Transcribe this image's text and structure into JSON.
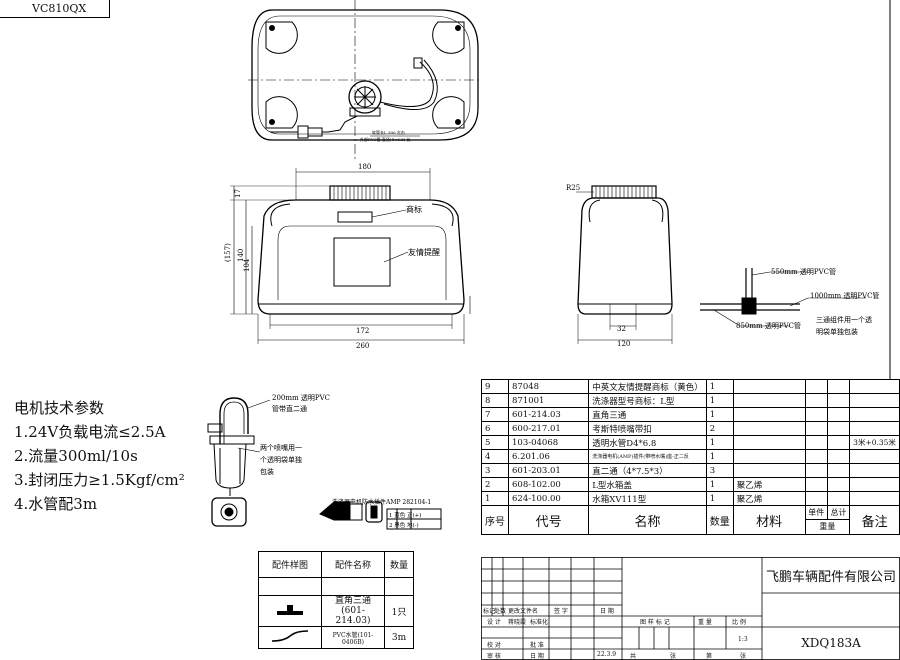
{
  "drawing": {
    "tag": "VC810QX",
    "labels": {
      "trademark": "商标",
      "tip": "友情提醒",
      "hose_top_note1": "软管长L 300 左右",
      "hose_top_note2": "外部PVC管 直径(4×6.8) 长",
      "hose_550": "550mm 透明PVC管",
      "hose_1000": "1000mm 透明PVC管",
      "hose_850": "850mm 透明PVC管",
      "tee_note1": "三通组件用一个透",
      "tee_note2": "明袋单独包装",
      "hose_200a": "200mm 透明PVC",
      "hose_200b": "管带直二通",
      "nozzle_a": "两个喷嘴用一",
      "nozzle_b": "个透明袋单独",
      "nozzle_c": "包装",
      "connector_title": "洗涤器电机防水插件AMP 282104-1",
      "pin1": "1 蓝色 正(+)",
      "pin2": "2 黑色 地(-)"
    },
    "dims": {
      "w180": "180",
      "w172": "172",
      "w260": "260",
      "h17": "17",
      "h157": "(157)",
      "h140": "140",
      "h104": "104",
      "r25": "R25",
      "w32": "32",
      "w120": "120"
    }
  },
  "spec": {
    "title": "电机技术参数",
    "items": [
      "1.24V负载电流≤2.5A",
      "2.流量300ml/10s",
      "3.封闭压力≥1.5Kgf/cm²",
      "4.水管配3m"
    ]
  },
  "parts_table": {
    "headers": [
      "配件样图",
      "配件名称",
      "数量"
    ],
    "rows": [
      {
        "name": "直角三通\n(601-214.03)",
        "qty": "1只"
      },
      {
        "name": "PVC水管(101-0406B)",
        "qty": "3m"
      }
    ]
  },
  "bom": {
    "rows": [
      {
        "no": "9",
        "code": "87048",
        "name": "中英文友情提醒商标（黄色）",
        "qty": "1",
        "mat": "",
        "extra": ""
      },
      {
        "no": "8",
        "code": "871001",
        "name": "洗涤器型号商标：L型",
        "qty": "1",
        "mat": "",
        "extra": ""
      },
      {
        "no": "7",
        "code": "601-214.03",
        "name": "直角三通",
        "qty": "1",
        "mat": "",
        "extra": ""
      },
      {
        "no": "6",
        "code": "600-217.01",
        "name": "考斯特喷嘴带扣",
        "qty": "2",
        "mat": "",
        "extra": ""
      },
      {
        "no": "5",
        "code": "103-04068",
        "name": "透明水管D4*6.8",
        "qty": "1",
        "mat": "",
        "extra": "3米+0.35米"
      },
      {
        "no": "4",
        "code": "6.201.06",
        "name": "洗涤器电机(AMP)插件(带喷水嘴)座-正二反",
        "qty": "1",
        "mat": "",
        "extra": ""
      },
      {
        "no": "3",
        "code": "601-203.01",
        "name": "直二通（4*7.5*3）",
        "qty": "3",
        "mat": "",
        "extra": ""
      },
      {
        "no": "2",
        "code": "608-102.00",
        "name": "L型水箱盖",
        "qty": "1",
        "mat": "聚乙烯",
        "extra": ""
      },
      {
        "no": "1",
        "code": "624-100.00",
        "name": "水箱XV111型",
        "qty": "1",
        "mat": "聚乙烯",
        "extra": ""
      }
    ],
    "header": {
      "no": "序号",
      "code": "代号",
      "name": "名称",
      "qty": "数量",
      "mat": "材料",
      "unit": "单件",
      "total": "总计",
      "weight": "重量",
      "remark": "备注"
    }
  },
  "title_block": {
    "company": "飞鹏车辆配件有限公司",
    "drawing_no": "XDQ183A",
    "scale": "1:3",
    "date": "22.3.9",
    "cells": {
      "mark": "标记",
      "count": "处数",
      "doc": "更改文件名",
      "sign": "签 字",
      "date_h": "日 期",
      "design": "设 计",
      "designer": "蒋晓霞",
      "std": "标准化",
      "stage": "图 样 标 记",
      "weight": "重 量",
      "ratio": "比 例",
      "check": "校 对",
      "approve": "批 准",
      "review": "审 核",
      "date_l": "日 期",
      "total": "共",
      "sheet": "张",
      "page": "第",
      "page2": "张"
    }
  }
}
